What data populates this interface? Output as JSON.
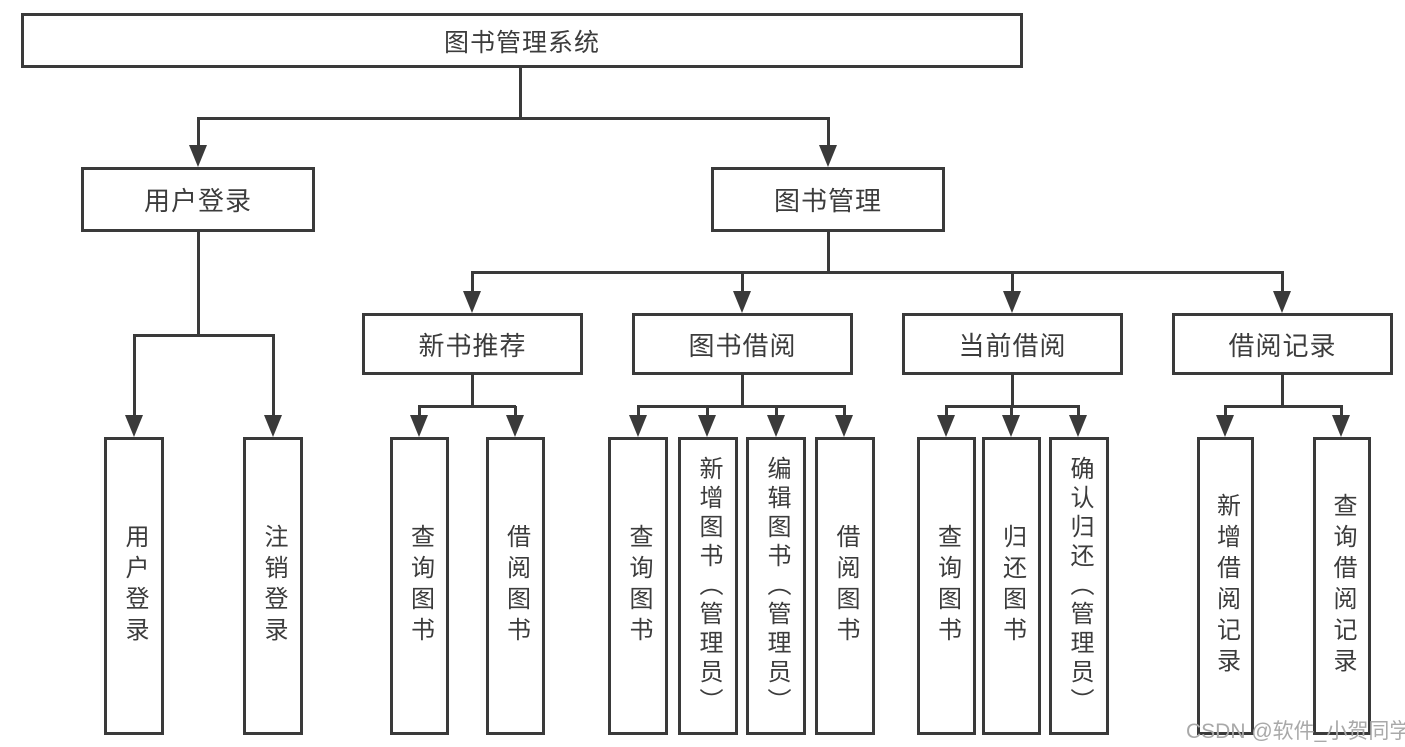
{
  "tree": {
    "label": "图书管理系统",
    "children": [
      {
        "label": "用户登录",
        "children": [
          {
            "label": "用户登录"
          },
          {
            "label": "注销登录"
          }
        ]
      },
      {
        "label": "图书管理",
        "children": [
          {
            "label": "新书推荐",
            "children": [
              {
                "label": "查询图书"
              },
              {
                "label": "借阅图书"
              }
            ]
          },
          {
            "label": "图书借阅",
            "children": [
              {
                "label": "查询图书"
              },
              {
                "label": "新增图书（管理员）"
              },
              {
                "label": "编辑图书（管理员）"
              },
              {
                "label": "借阅图书"
              }
            ]
          },
          {
            "label": "当前借阅",
            "children": [
              {
                "label": "查询图书"
              },
              {
                "label": "归还图书"
              },
              {
                "label": "确认归还（管理员）"
              }
            ]
          },
          {
            "label": "借阅记录",
            "children": [
              {
                "label": "新增借阅记录"
              },
              {
                "label": "查询借阅记录"
              }
            ]
          }
        ]
      }
    ]
  },
  "watermark": {
    "text": "CSDN @软件_小贺同学"
  },
  "colors": {
    "line": "#3a3a3a",
    "text": "#3c3c3c",
    "watermark": "#a9a9a9",
    "background": "#ffffff"
  }
}
